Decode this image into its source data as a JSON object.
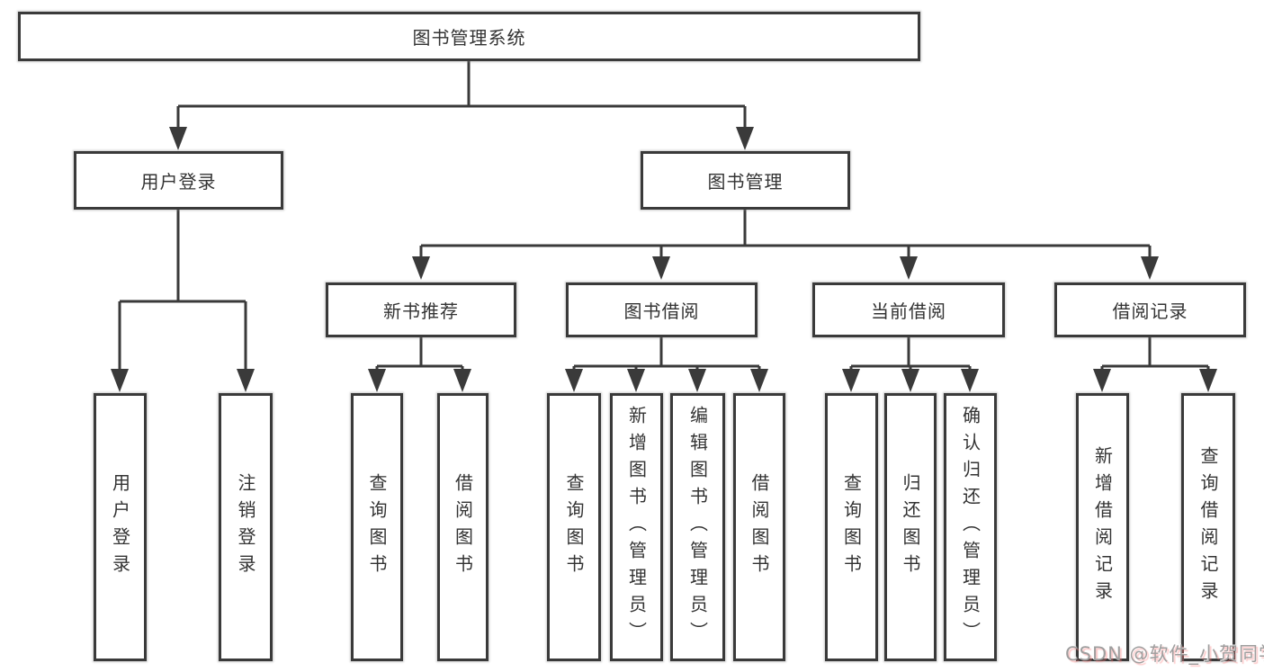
{
  "tree": {
    "root": "图书管理系统",
    "children": [
      {
        "label": "用户登录",
        "children": [
          {
            "label": "用户登录"
          },
          {
            "label": "注销登录"
          }
        ]
      },
      {
        "label": "图书管理",
        "children": [
          {
            "label": "新书推荐",
            "children": [
              {
                "label": "查询图书"
              },
              {
                "label": "借阅图书"
              }
            ]
          },
          {
            "label": "图书借阅",
            "children": [
              {
                "label": "查询图书"
              },
              {
                "label": "新增图书（管理员）"
              },
              {
                "label": "编辑图书（管理员）"
              },
              {
                "label": "借阅图书"
              }
            ]
          },
          {
            "label": "当前借阅",
            "children": [
              {
                "label": "查询图书"
              },
              {
                "label": "归还图书"
              },
              {
                "label": "确认归还（管理员）"
              }
            ]
          },
          {
            "label": "借阅记录",
            "children": [
              {
                "label": "新增借阅记录"
              },
              {
                "label": "查询借阅记录"
              }
            ]
          }
        ]
      }
    ]
  },
  "watermark": "CSDN @软件_小贺同学",
  "colors": {
    "line": "#3a3a3a",
    "text": "#333333",
    "background": "#ffffff",
    "watermark": "#9e9e9e"
  }
}
